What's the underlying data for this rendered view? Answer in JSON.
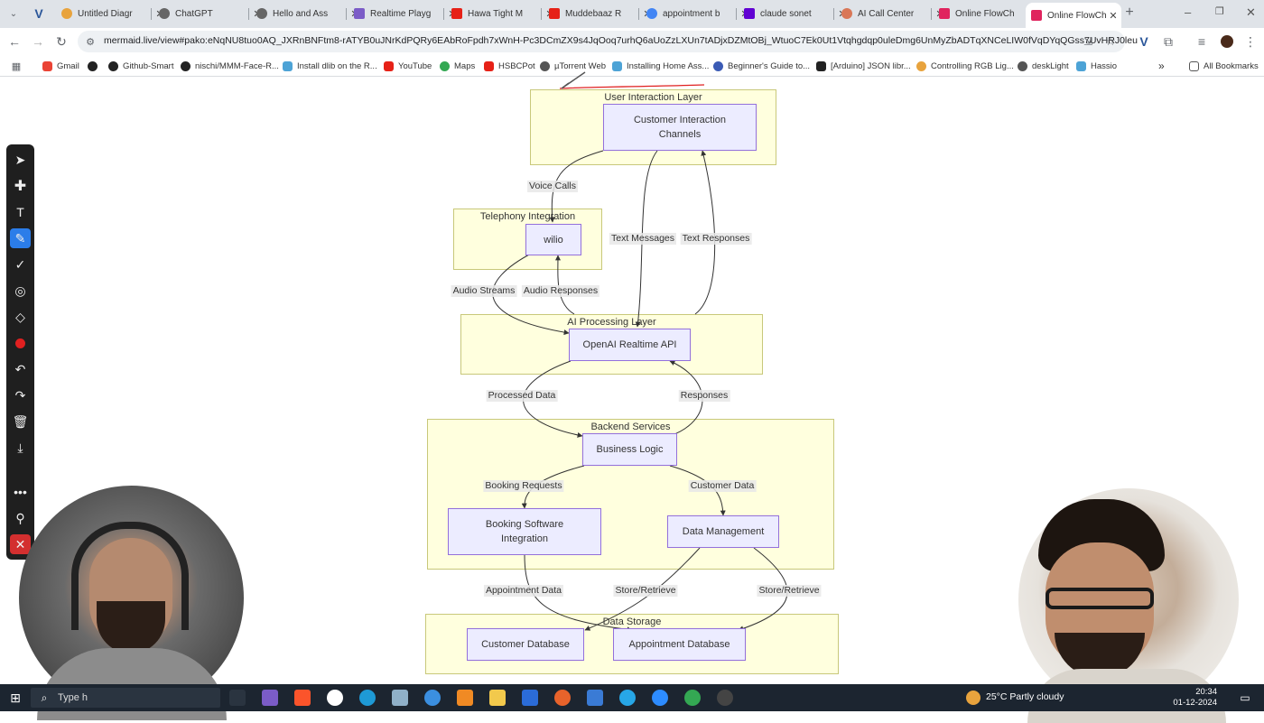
{
  "tabs": [
    {
      "label": "Untitled Diagr",
      "color": "#e8a33d"
    },
    {
      "label": "ChatGPT",
      "color": "#666666"
    },
    {
      "label": "Hello and Ass",
      "color": "#666666"
    },
    {
      "label": "Realtime Playg",
      "color": "#7b5cc7"
    },
    {
      "label": "Hawa Tight M",
      "color": "#e62117"
    },
    {
      "label": "Muddebaaz R",
      "color": "#e62117"
    },
    {
      "label": "appointment b",
      "color": "#4285f4"
    },
    {
      "label": "claude sonet",
      "color": "#6001d2"
    },
    {
      "label": "AI Call Center",
      "color": "#d97757"
    },
    {
      "label": "Online FlowCh",
      "color": "#e0245e"
    },
    {
      "label": "Online FlowCh",
      "color": "#e0245e"
    }
  ],
  "address_bar": {
    "url": "mermaid.live/view#pako:eNqNU8tuo0AQ_JXRnBNFtm8-rATYB0uJNrKdPQRy6EAbRoFpdh7xWnH-Pc3DCmZX9s4JqOoq7urhQ6aUoZzLXUn7tADjxDZMtOBj_WtuoC7Ek0Ut1Vtqhgdqp0uleDmg6UnMyZbADTqXNCeLIW0fVqDYqQGss7UvHRJ0leu"
  },
  "bookmarks": [
    {
      "label": "Gmail",
      "color": "#ea4335"
    },
    {
      "label": "",
      "color": "#222222"
    },
    {
      "label": "Github-Smart",
      "color": "#222222"
    },
    {
      "label": "nischi/MMM-Face-R...",
      "color": "#222222"
    },
    {
      "label": "Install dlib on the R...",
      "color": "#4da3d6"
    },
    {
      "label": "YouTube",
      "color": "#e62117"
    },
    {
      "label": "Maps",
      "color": "#34a853"
    },
    {
      "label": "HSBCPot",
      "color": "#e62117"
    },
    {
      "label": "µTorrent Web",
      "color": "#555555"
    },
    {
      "label": "Installing Home Ass...",
      "color": "#4da3d6"
    },
    {
      "label": "Beginner's Guide to...",
      "color": "#3b5bb5"
    },
    {
      "label": "[Arduino] JSON libr...",
      "color": "#222222"
    },
    {
      "label": "Controlling RGB Lig...",
      "color": "#e8a33d"
    },
    {
      "label": "deskLight",
      "color": "#555555"
    },
    {
      "label": "Hassio",
      "color": "#4da3d6"
    }
  ],
  "all_bookmarks_label": "All Bookmarks",
  "diagram": {
    "clusters": {
      "user_interaction": "User Interaction Layer",
      "telephony": "Telephony Integration",
      "ai_processing": "AI Processing Layer",
      "backend": "Backend Services",
      "data_storage": "Data Storage"
    },
    "nodes": {
      "customer_channels": "Customer Interaction Channels",
      "twilio": "wilio",
      "openai": "OpenAI Realtime API",
      "business_logic": "Business Logic",
      "booking_software": "Booking Software Integration",
      "data_management": "Data Management",
      "customer_db": "Customer Database",
      "appointment_db": "Appointment Database"
    },
    "edges": {
      "voice_calls": "Voice Calls",
      "text_messages": "Text Messages",
      "text_responses": "Text Responses",
      "audio_streams": "Audio Streams",
      "audio_responses": "Audio Responses",
      "processed_data": "Processed Data",
      "responses": "Responses",
      "booking_requests": "Booking Requests",
      "customer_data": "Customer Data",
      "appointment_data": "Appointment Data",
      "store_retrieve_1": "Store/Retrieve",
      "store_retrieve_2": "Store/Retrieve"
    }
  },
  "taskbar": {
    "search_placeholder": "Type h",
    "weather": "25°C  Partly cloudy",
    "time": "20:34",
    "date": "01-12-2024"
  }
}
